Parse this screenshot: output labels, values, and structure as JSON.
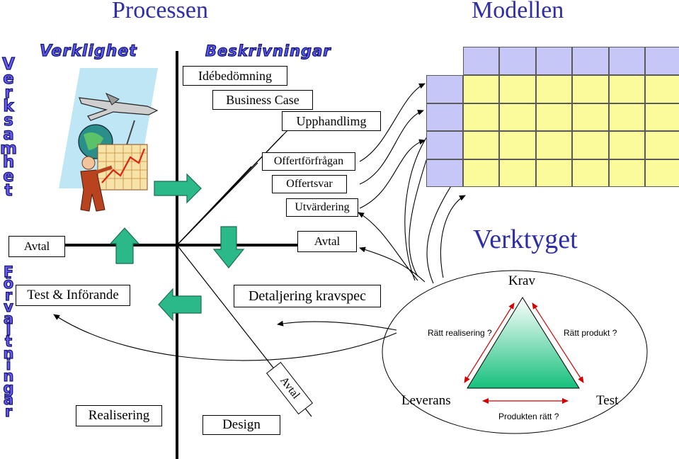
{
  "titles": {
    "process": "Processen",
    "model": "Modellen",
    "tool": "Verktyget"
  },
  "wordart": {
    "reality": "Verklighet",
    "descriptions": "Beskrivningar",
    "business": "Verksamhet",
    "management": "Förvaltningar"
  },
  "left_labels": {
    "avtal": "Avtal",
    "test": "Test & Införande",
    "realisering": "Realisering"
  },
  "top_labels": {
    "idebedomning": "Idébedömning",
    "business_case": "Business Case",
    "upphandling": "Upphandlimg",
    "offertforfragan": "Offertförfrågan",
    "offertsvar": "Offertsvar",
    "utvardering": "Utvärdering",
    "avtal": "Avtal"
  },
  "bottom_labels": {
    "detaljering": "Detaljering kravspec",
    "design": "Design",
    "avtal_diag": "Avtal"
  },
  "triangle": {
    "krav": "Krav",
    "leverans": "Leverans",
    "test": "Test",
    "ratt_realisering": "Rätt realisering ?",
    "ratt_produkt": "Rätt produkt ?",
    "produkten_ratt": "Produkten rätt ?"
  },
  "colors": {
    "grid_yellow": "#fbfb9c",
    "grid_purple": "#c6c6f7",
    "arrow_green": "#2bb98a",
    "triangle_green": "#1ec37e",
    "title_blue": "#2e2ea8"
  }
}
